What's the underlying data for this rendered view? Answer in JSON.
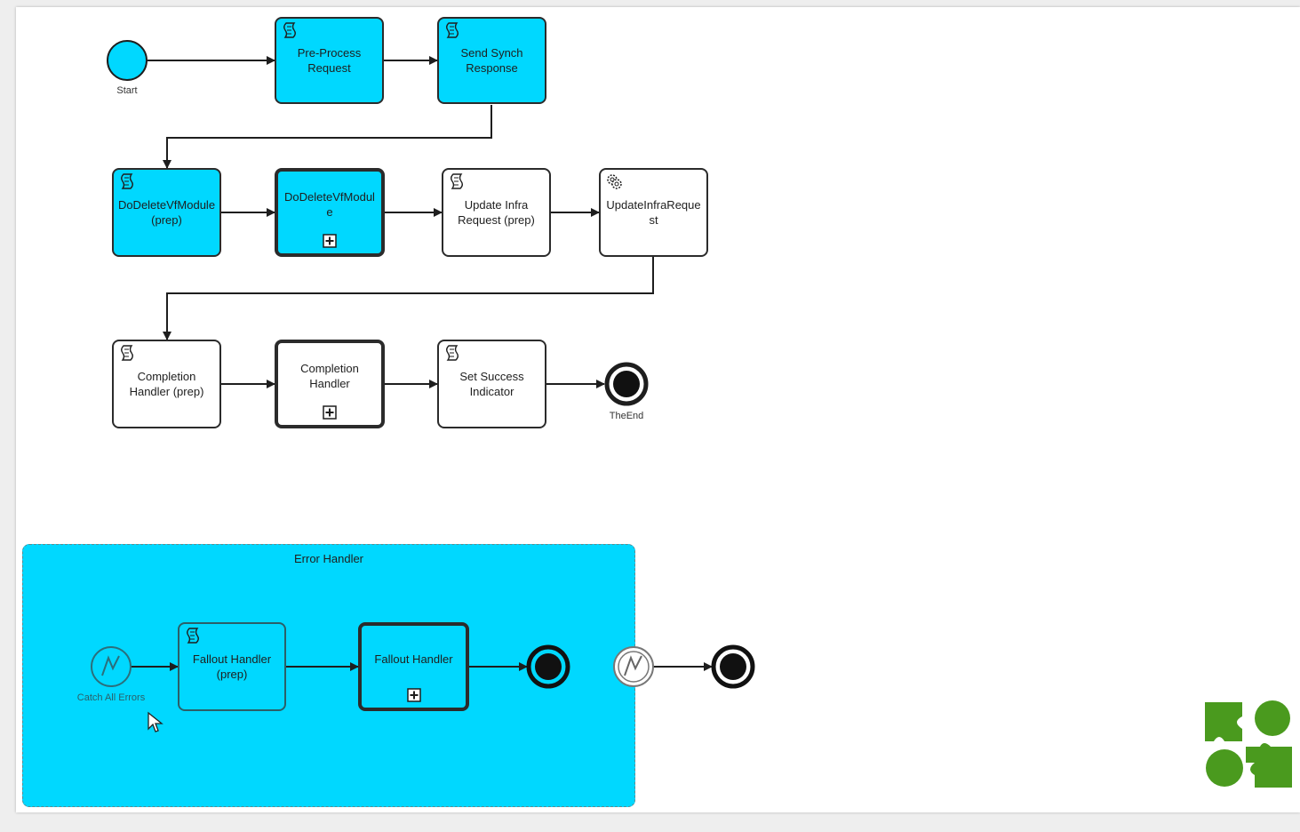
{
  "diagram": {
    "start_label": "Start",
    "end_label": "TheEnd",
    "tasks": {
      "pre_process": "Pre-Process Request",
      "send_synch": "Send Synch Response",
      "do_delete_prep": "DoDeleteVfModule (prep)",
      "do_delete": "DoDeleteVfModule",
      "update_infra_prep": "Update Infra Request (prep)",
      "update_infra": "UpdateInfraRequest",
      "completion_prep": "Completion Handler (prep)",
      "completion": "Completion Handler",
      "set_success": "Set Success Indicator"
    },
    "error_handler": {
      "title": "Error Handler",
      "catch_label": "Catch All Errors",
      "fallout_prep": "Fallout Handler (prep)",
      "fallout": "Fallout Handler"
    },
    "colors": {
      "highlight": "#00d8ff",
      "stroke": "#2b2b2b",
      "logo_green": "#4a9a1e"
    },
    "icons": {
      "script_task": "script-icon",
      "service_task": "gear-icon",
      "subprocess_marker": "plus-box-icon",
      "error_event": "lightning-icon",
      "end_event": "end-event-icon",
      "logo": "puzzle-logo"
    }
  }
}
